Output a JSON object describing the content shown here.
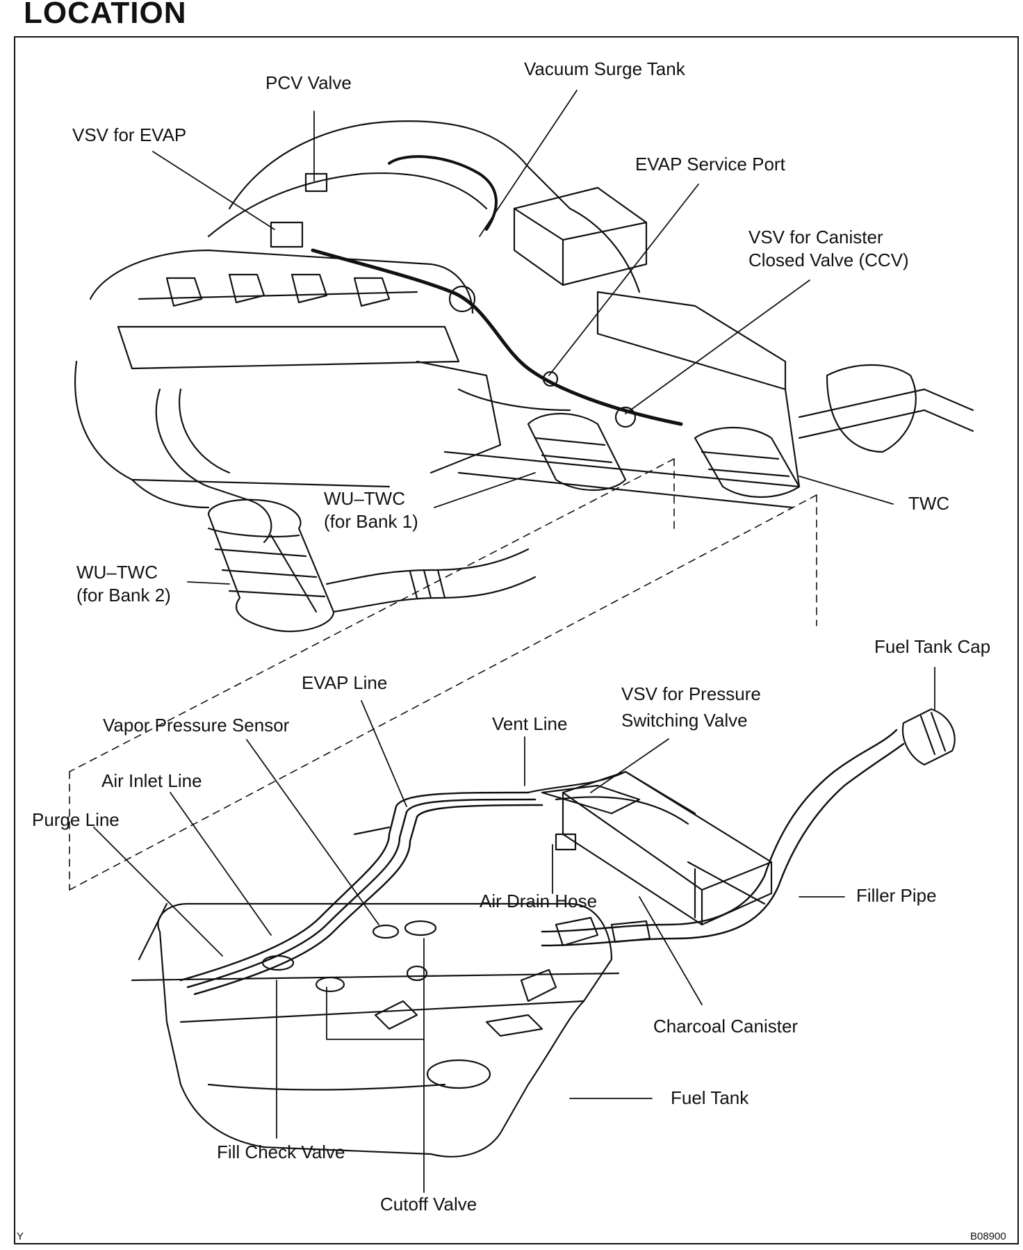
{
  "page": {
    "title": "LOCATION",
    "corner_left": "Y",
    "corner_right": "B08900"
  },
  "labels": {
    "pcv_valve": "PCV Valve",
    "vacuum_surge_tank": "Vacuum Surge Tank",
    "vsv_for_evap": "VSV for EVAP",
    "evap_service_port": "EVAP Service Port",
    "vsv_ccv_line1": "VSV for Canister",
    "vsv_ccv_line2": "Closed Valve (CCV)",
    "wu_twc_bank1_line1": "WU–TWC",
    "wu_twc_bank1_line2": "(for Bank 1)",
    "twc": "TWC",
    "wu_twc_bank2_line1": "WU–TWC",
    "wu_twc_bank2_line2": "(for Bank 2)",
    "fuel_tank_cap": "Fuel Tank Cap",
    "evap_line": "EVAP Line",
    "vsv_psv_line1": "VSV for Pressure",
    "vsv_psv_line2": "Switching Valve",
    "vapor_pressure_sensor": "Vapor Pressure Sensor",
    "vent_line": "Vent Line",
    "air_inlet_line": "Air Inlet Line",
    "purge_line": "Purge Line",
    "air_drain_hose": "Air Drain Hose",
    "filler_pipe": "Filler Pipe",
    "charcoal_canister": "Charcoal Canister",
    "fuel_tank": "Fuel Tank",
    "fill_check_valve": "Fill Check Valve",
    "cutoff_valve": "Cutoff Valve"
  }
}
